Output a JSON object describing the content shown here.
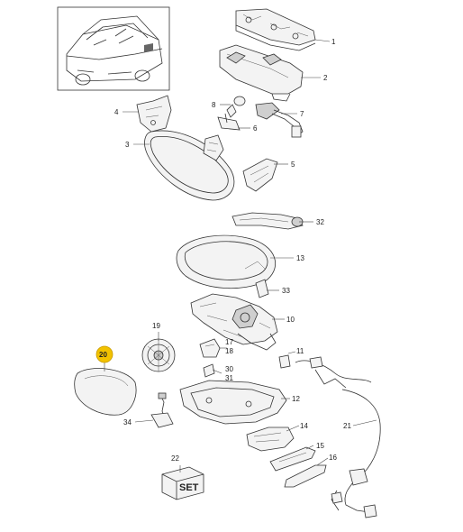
{
  "callouts": {
    "c1": "1",
    "c2": "2",
    "c3": "3",
    "c4": "4",
    "c5": "5",
    "c6": "6",
    "c7": "7",
    "c8": "8",
    "c10": "10",
    "c11": "11",
    "c12": "12",
    "c13": "13",
    "c14": "14",
    "c15": "15",
    "c16": "16",
    "c17": "17",
    "c18": "18",
    "c19": "19",
    "c20": "20",
    "c21": "21",
    "c22": "22",
    "c30": "30",
    "c31": "31",
    "c32": "32",
    "c33": "33",
    "c34": "34"
  },
  "highlight": {
    "callout": "20",
    "color": "#f2c200"
  },
  "set_box_text": "SET",
  "colors": {
    "line": "#333333",
    "fill": "#f3f3f3",
    "shade": "#cfcfcf",
    "highlight": "#f2c200"
  }
}
